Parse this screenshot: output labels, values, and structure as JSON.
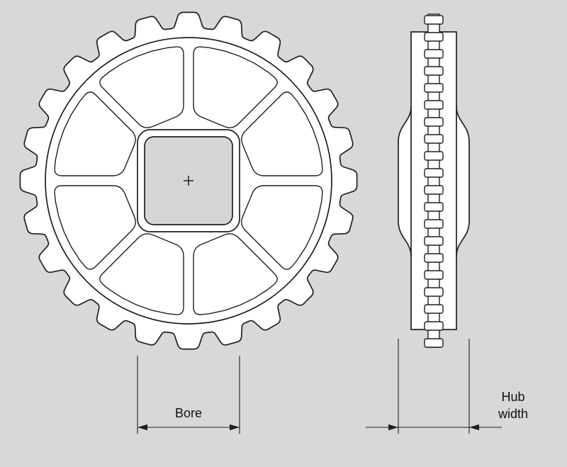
{
  "colors": {
    "background": "#d8d8d8",
    "line": "#1f1f1f",
    "fill": "#ffffff",
    "bore_fill": "#d5d5d5"
  },
  "labels": {
    "bore": "Bore",
    "hub_width_line1": "Hub",
    "hub_width_line2": "width"
  }
}
